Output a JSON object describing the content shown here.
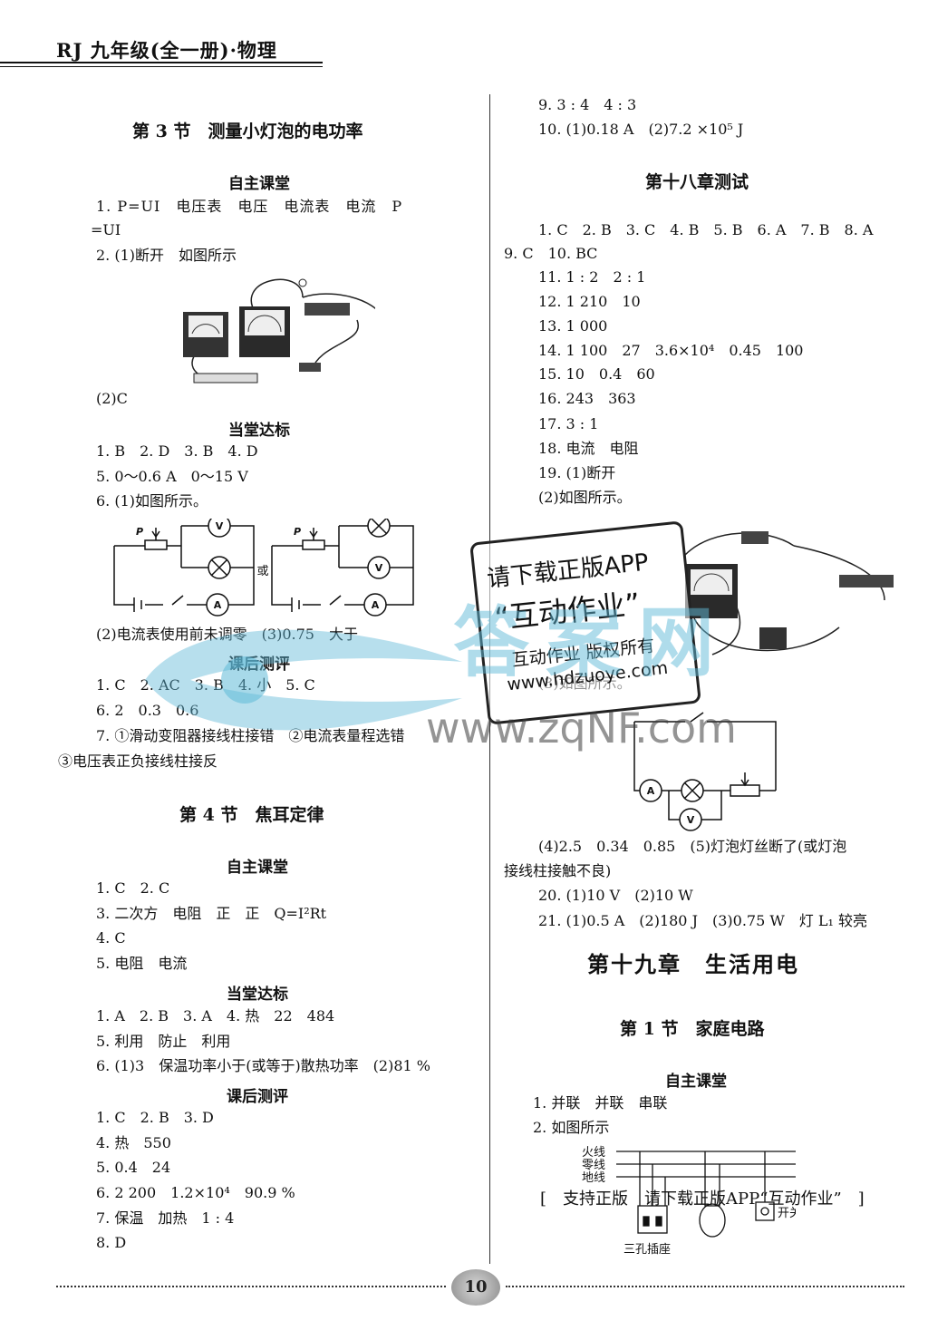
{
  "header": {
    "title": "RJ 九年级(全一册)·物理"
  },
  "left": {
    "sec3": {
      "title": "第 3 节　测量小灯泡的电功率",
      "zizhu": {
        "title": "自主课堂",
        "l1": "1. P=UI　电压表　电压　电流表　电流　P",
        "l1b": "=UI",
        "l2": "2. (1)断开　如图所示",
        "l3": "(2)C"
      },
      "dangtang": {
        "title": "当堂达标",
        "l1": "1. B　2. D　3. B　4. D",
        "l2": "5. 0～0.6 A　0～15 V",
        "l3": "6. (1)如图所示。",
        "or": "或",
        "l4": "(2)电流表使用前未调零　(3)0.75　大于"
      },
      "kehou": {
        "title": "课后测评",
        "l1": "1. C　2. AC　3. B　4. 小　5. C",
        "l2": "6. 2　0.3　0.6",
        "l3": "7. ①滑动变阻器接线柱接错　②电流表量程选错",
        "l4": "③电压表正负接线柱接反"
      }
    },
    "sec4": {
      "title": "第 4 节　焦耳定律",
      "zizhu": {
        "title": "自主课堂",
        "l1": "1. C　2. C",
        "l2": "3. 二次方　电阻　正　正　Q=I²Rt",
        "l3": "4. C",
        "l4": "5. 电阻　电流"
      },
      "dangtang": {
        "title": "当堂达标",
        "l1": "1. A　2. B　3. A　4. 热　22　484",
        "l2": "5. 利用　防止　利用",
        "l3": "6. (1)3　保温功率小于(或等于)散热功率　(2)81 %"
      },
      "kehou": {
        "title": "课后测评",
        "l1": "1. C　2. B　3. D",
        "l2": "4. 热　550",
        "l3": "5. 0.4　24",
        "l4": "6. 2 200　1.2×10⁴　90.9 %",
        "l5": "7. 保温　加热　1 : 4",
        "l6": "8. D"
      }
    }
  },
  "right": {
    "top": {
      "l1": "9. 3 : 4　4 : 3",
      "l2": "10. (1)0.18 A　(2)7.2 ×10⁵ J"
    },
    "test18": {
      "title": "第十八章测试",
      "l1": "1. C　2. B　3. C　4. B　5. B　6. A　7. B　8. A",
      "l2": "9. C　10. BC",
      "l3": "11. 1 : 2　2 : 1",
      "l4": "12. 1 210　10",
      "l5": "13. 1 000",
      "l6": "14. 1 100　27　3.6×10⁴　0.45　100",
      "l7": "15. 10　0.4　60",
      "l8": "16. 243　363",
      "l9": "17. 3 : 1",
      "l10": "18. 电流　电阻",
      "l11": "19. (1)断开",
      "l12": "(2)如图所示。",
      "l13": "(3)如图所示。",
      "l14": "(4)2.5　0.34　0.85　(5)灯泡灯丝断了(或灯泡",
      "l15": "接线柱接触不良)",
      "l16": "20. (1)10 V　(2)10 W",
      "l17": "21. (1)0.5 A　(2)180 J　(3)0.75 W　灯 L₁ 较亮"
    },
    "ch19": {
      "title": "第十九章　生活用电",
      "sec1": "第 1 节　家庭电路",
      "zizhu": "自主课堂",
      "l1": "1. 并联　并联　串联",
      "l2": "2. 如图所示",
      "wires": [
        "火线",
        "零线",
        "地线"
      ],
      "socket_label": "三孔插座",
      "switch_label": "开关"
    }
  },
  "banner": "[　支持正版　请下载正版APP“互动作业”　]",
  "watermark": {
    "box_l1": "请下载正版APP",
    "box_l2": "“互动作业”",
    "box_l3": "互动作业 版权所有",
    "box_l4": "www.hdzuoye.com",
    "site": "www.zqNF.com",
    "logo_cn": "答案网"
  },
  "footer": {
    "page": "10"
  }
}
